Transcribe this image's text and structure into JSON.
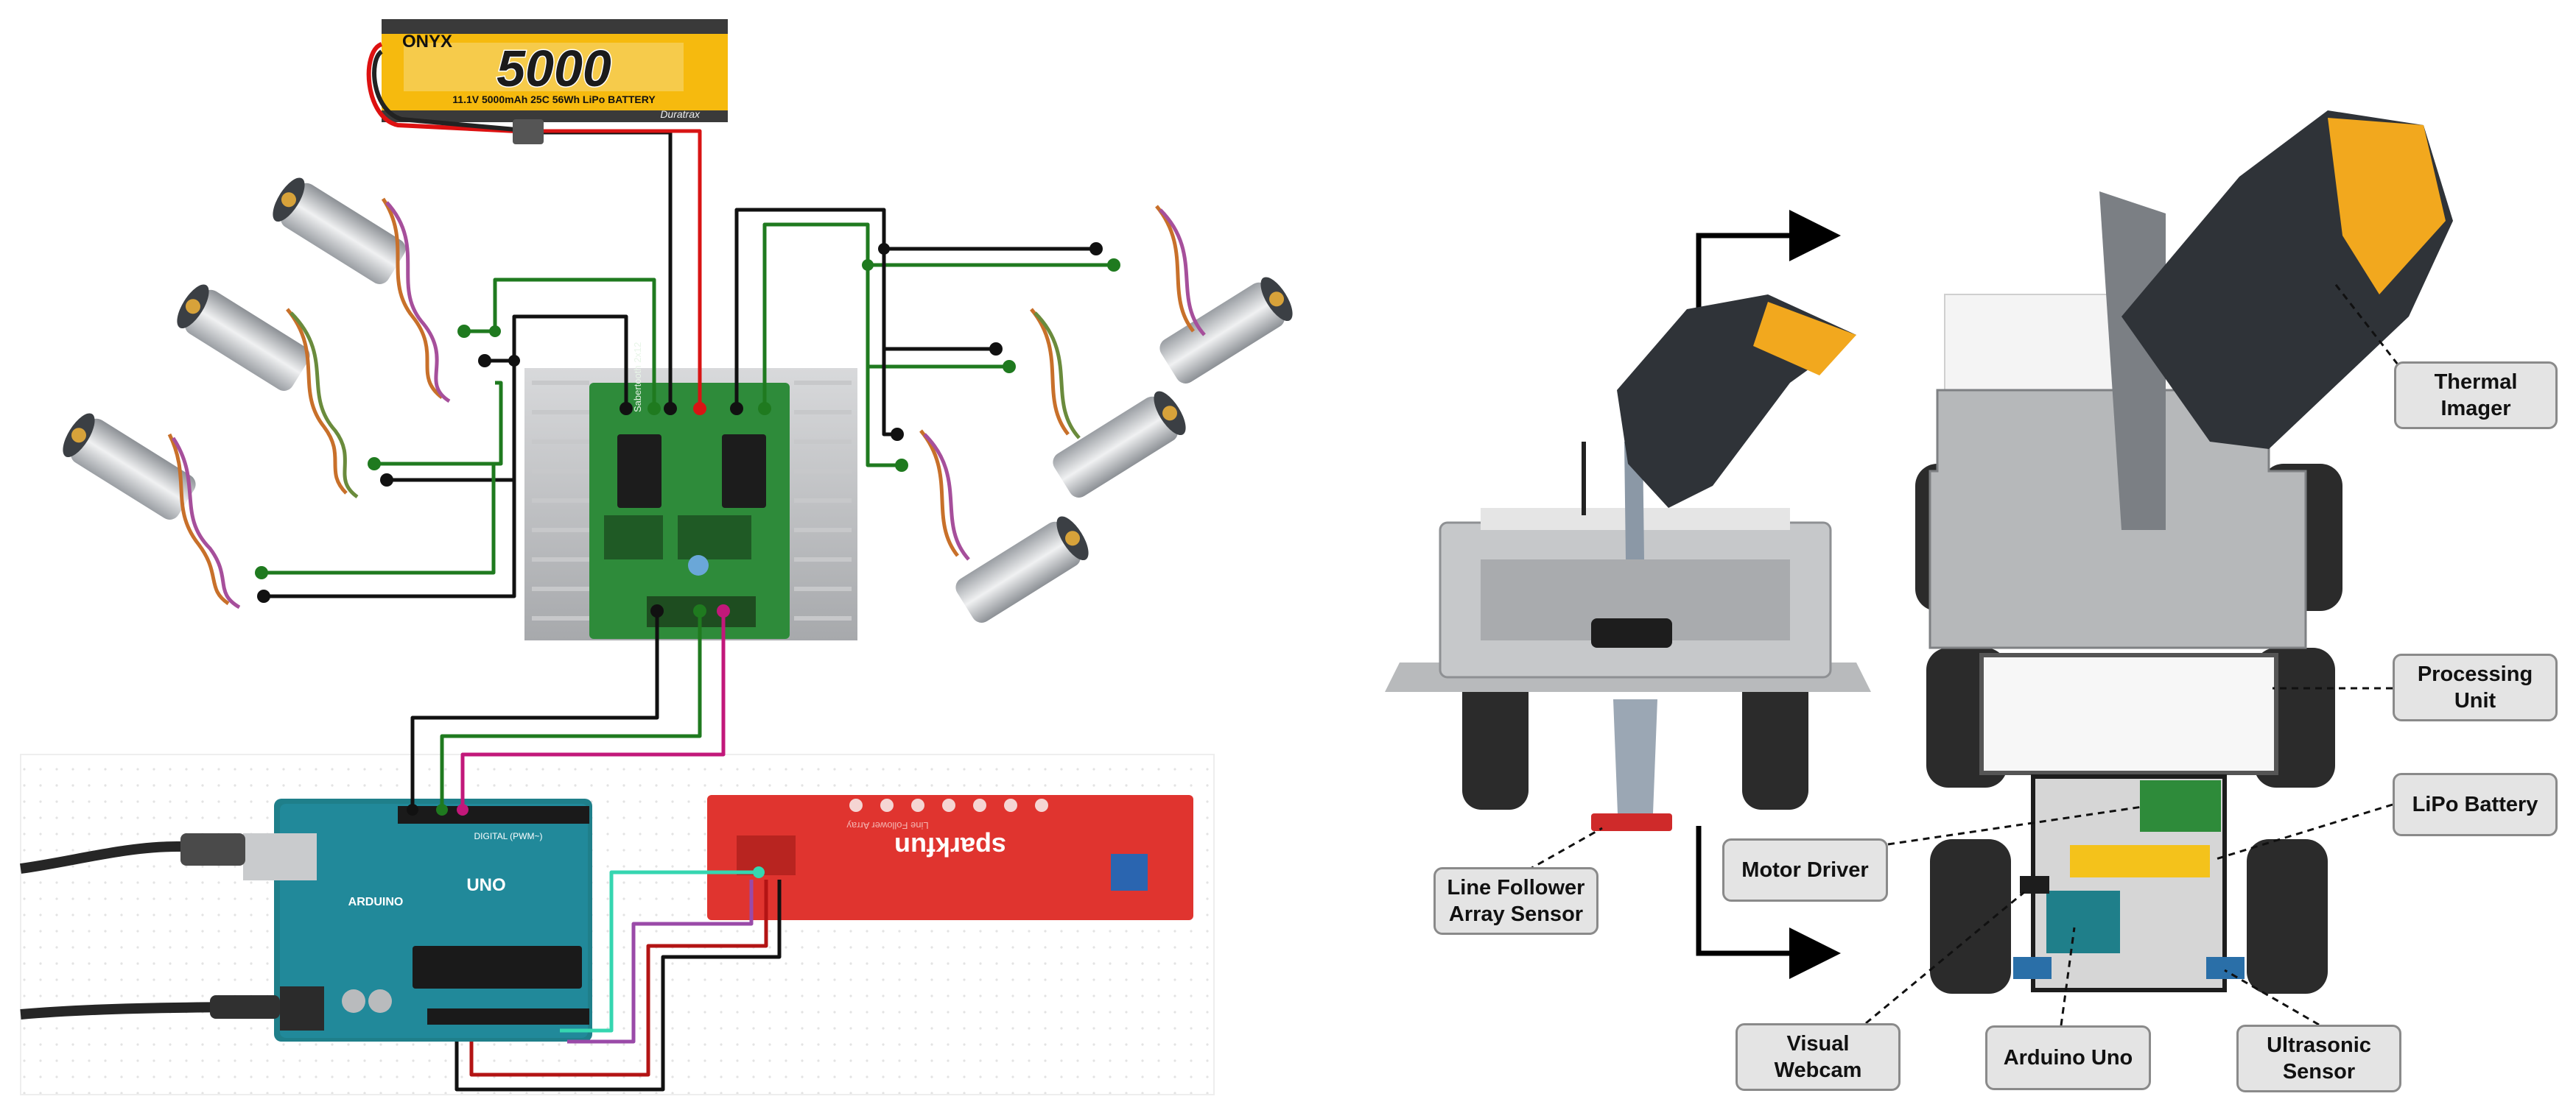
{
  "figure": {
    "battery": {
      "brand": "ONYX",
      "capacity": "5000",
      "spec": "11.1V 5000mAh 25C 56Wh LiPo BATTERY",
      "maker": "Duratrax"
    },
    "arduino": {
      "brand": "ARDUINO",
      "model": "UNO",
      "header": "DIGITAL (PWM~)"
    },
    "sensor_board": {
      "brand": "sparkfun",
      "caption": "Line Follower Array"
    },
    "motor_driver": {
      "brand": "Sabertooth 2x12"
    },
    "colors": {
      "wire_black": "#111111",
      "wire_red": "#d81414",
      "wire_green": "#1f7a1f",
      "wire_magenta": "#c2187a",
      "wire_aqua": "#35d6b0",
      "wire_purple": "#9a4aa8",
      "callout_fill": "#e4e4e4",
      "callout_border": "#8a8a8a"
    }
  },
  "callouts": {
    "line_follower": "Line Follower\nArray Sensor",
    "thermal_imager": "Thermal\nImager",
    "processing_unit": "Processing\nUnit",
    "lipo_battery": "LiPo Battery",
    "motor_driver": "Motor Driver",
    "visual_webcam": "Visual\nWebcam",
    "arduino_uno": "Arduino Uno",
    "ultrasonic_sensor": "Ultrasonic\nSensor"
  }
}
